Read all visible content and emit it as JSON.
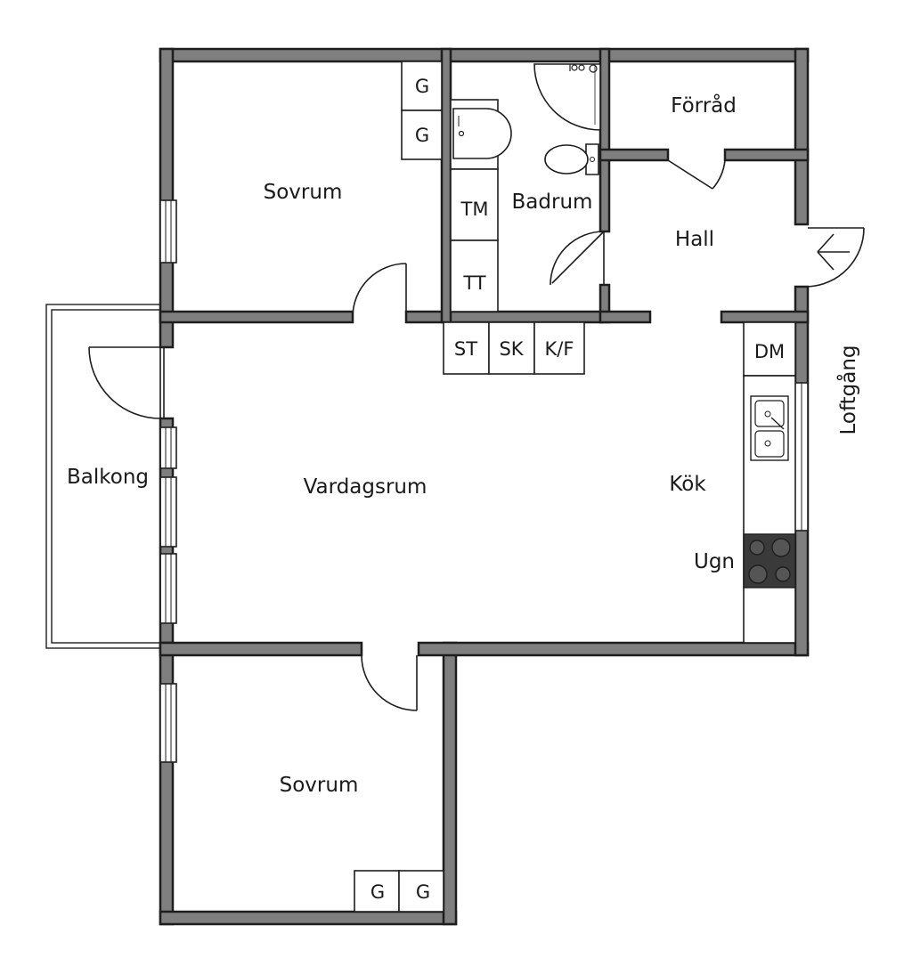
{
  "rooms": {
    "sovrum_top": "Sovrum",
    "badrum": "Badrum",
    "forrad": "Förråd",
    "hall": "Hall",
    "balkong": "Balkong",
    "vardagsrum": "Vardagsrum",
    "kok": "Kök",
    "ugn": "Ugn",
    "sovrum_bottom": "Sovrum",
    "loftgang": "Loftgång"
  },
  "fixtures": {
    "g_top_1": "G",
    "g_top_2": "G",
    "tm": "TM",
    "tt": "TT",
    "st": "ST",
    "sk": "SK",
    "kf": "K/F",
    "dm": "DM",
    "g_bottom_1": "G",
    "g_bottom_2": "G"
  },
  "colors": {
    "wall": "#7f7f7f",
    "line": "#1e1e1e",
    "stove": "#3a3a3a",
    "background": "#ffffff"
  }
}
